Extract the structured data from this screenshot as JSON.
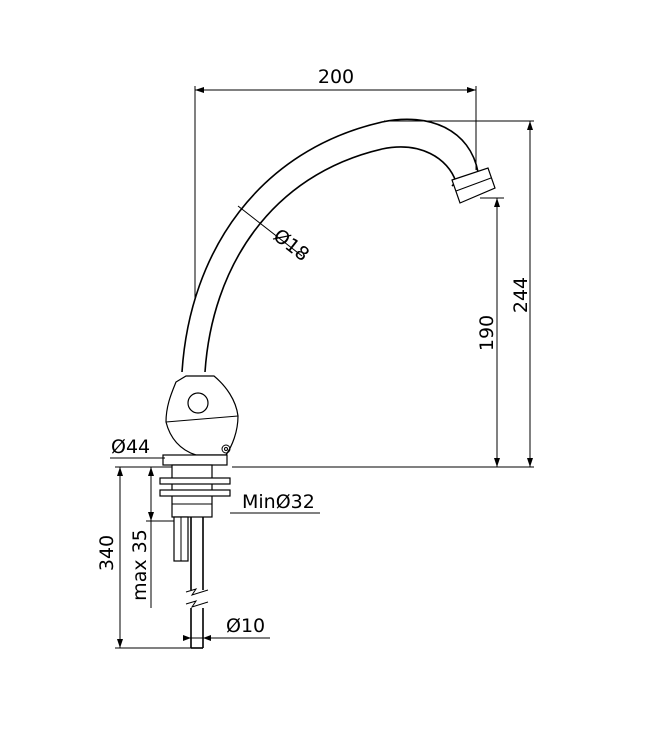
{
  "dimensions": {
    "spout_reach": "200",
    "total_height": "244",
    "spout_height": "190",
    "pipe_diameter": "Ø18",
    "base_diameter": "Ø44",
    "hole_min_diameter": "MinØ32",
    "deck_thickness_max": "max 35",
    "pipe_length": "340",
    "tail_diameter": "Ø10"
  }
}
